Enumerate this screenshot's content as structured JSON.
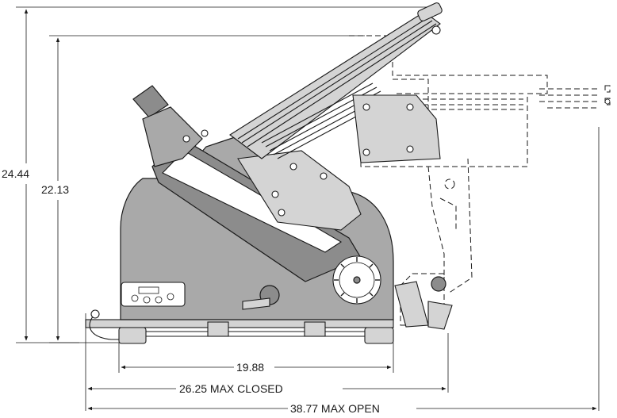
{
  "dimensions": {
    "overall_height": "24.44",
    "closed_height": "22.13",
    "base_width": "19.88",
    "max_closed": "26.25 MAX CLOSED",
    "max_open": "38.77 MAX OPEN"
  }
}
